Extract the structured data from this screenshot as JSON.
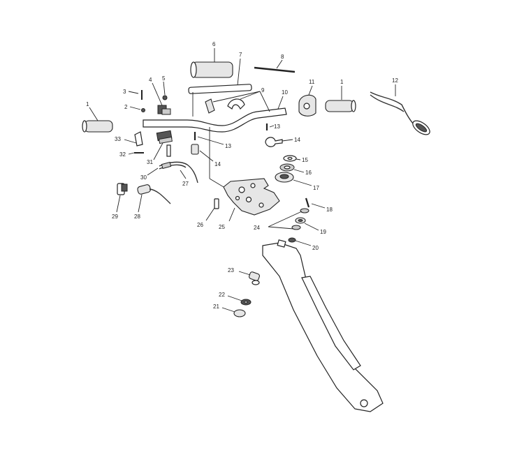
{
  "callouts": {
    "c1_left": "1",
    "c1_right": "1",
    "c2": "2",
    "c3": "3",
    "c4": "4",
    "c5": "5",
    "c6": "6",
    "c7": "7",
    "c8": "8",
    "c9": "9",
    "c10": "10",
    "c11": "11",
    "c12": "12",
    "c13_left": "13",
    "c13_right": "13",
    "c14_left": "14",
    "c14_right": "14",
    "c15": "15",
    "c16": "16",
    "c17": "17",
    "c18": "18",
    "c19": "19",
    "c20": "20",
    "c21": "21",
    "c22": "22",
    "c23": "23",
    "c24": "24",
    "c25": "25",
    "c26": "26",
    "c27": "27",
    "c28": "28",
    "c29": "29",
    "c30": "30",
    "c31": "31",
    "c32": "32",
    "c33": "33"
  }
}
